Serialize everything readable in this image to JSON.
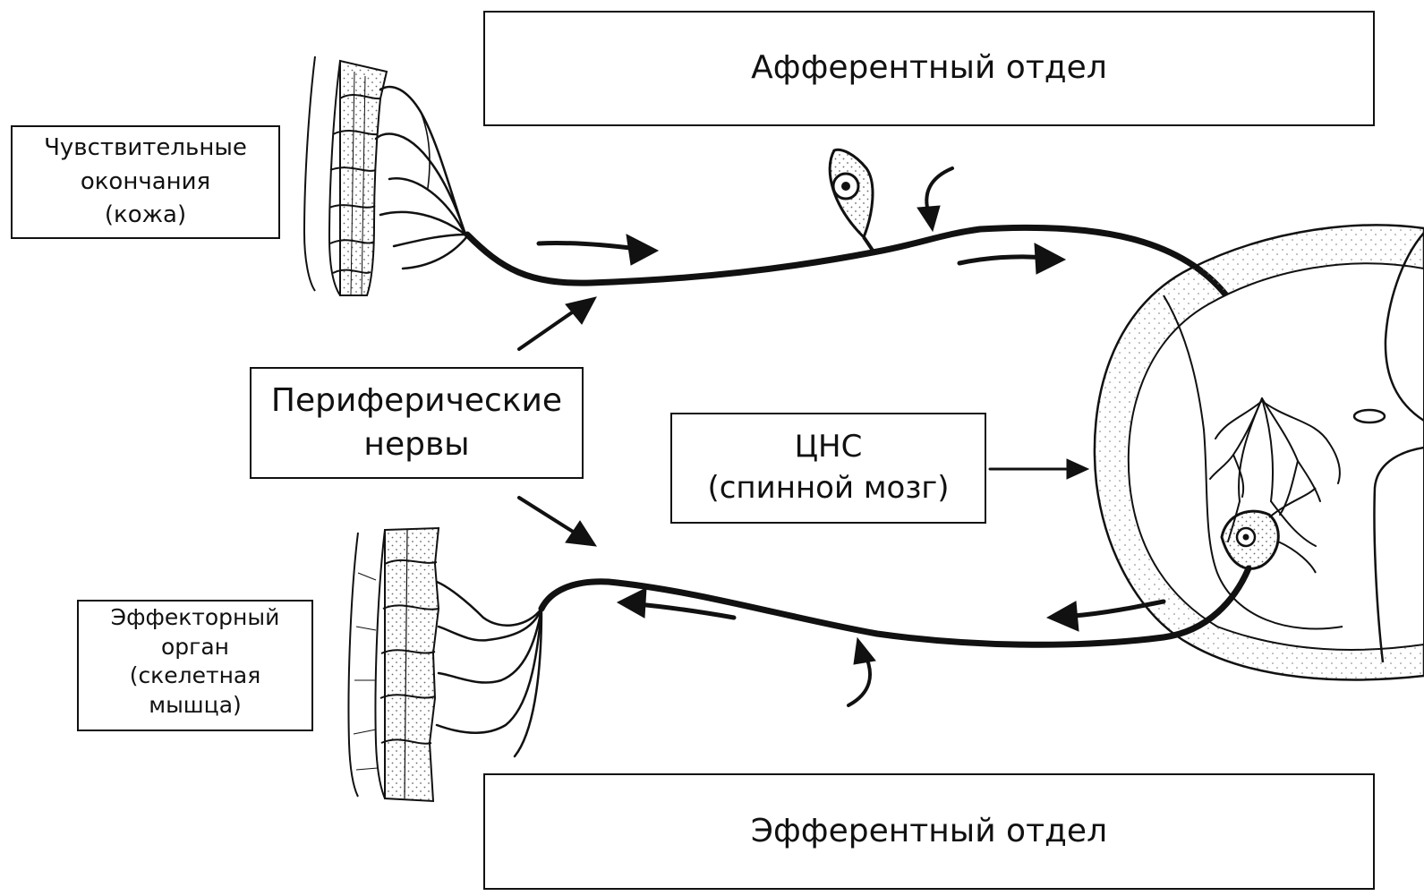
{
  "labels": {
    "afferent_section": "Афферентный отдел",
    "efferent_section": "Эфферентный отдел",
    "sensory_endings": "Чувствительные\nокончания\n(кожа)",
    "peripheral_nerves": "Периферические\nнервы",
    "cns": "ЦНС\n(спинной мозг)",
    "effector_organ": "Эффекторный\nорган\n(скелетная\nмышца)"
  },
  "colors": {
    "ink": "#111111",
    "background": "#ffffff",
    "stipple": "#6a6a6a"
  }
}
